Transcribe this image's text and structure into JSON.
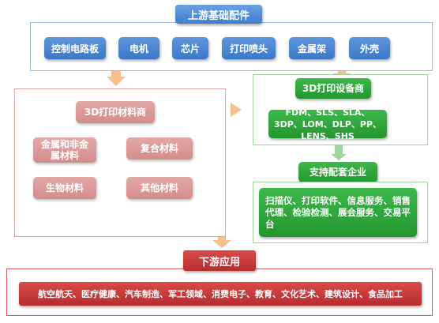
{
  "upstream": {
    "title": "上游基础配件",
    "items": [
      "控制电路板",
      "电机",
      "芯片",
      "打印喷头",
      "金属架",
      "外壳"
    ]
  },
  "materials": {
    "title": "3D打印材料商",
    "items": [
      "金属和非金属材料",
      "复合材料",
      "生物材料",
      "其他材料"
    ]
  },
  "equipment": {
    "title": "3D打印设备商",
    "types": "FDM、SLS、SLA、3DP、LOM、DLP、PP、LENS、SHS"
  },
  "support": {
    "title": "支持配套企业",
    "detail": "扫描仪、打印软件、信息服务、销售代理、检验检测、展会服务、交易平台"
  },
  "downstream": {
    "title": "下游应用",
    "detail": "航空航天、医疗健康、汽车制造、军工领域、消费电子、教育、文化艺术、建筑设计、食品加工"
  },
  "colors": {
    "blue": "#3f7fd0",
    "pink": "#d48c8c",
    "green": "#24962f",
    "red": "#b62d2d",
    "arrow": "#f6c08a"
  }
}
